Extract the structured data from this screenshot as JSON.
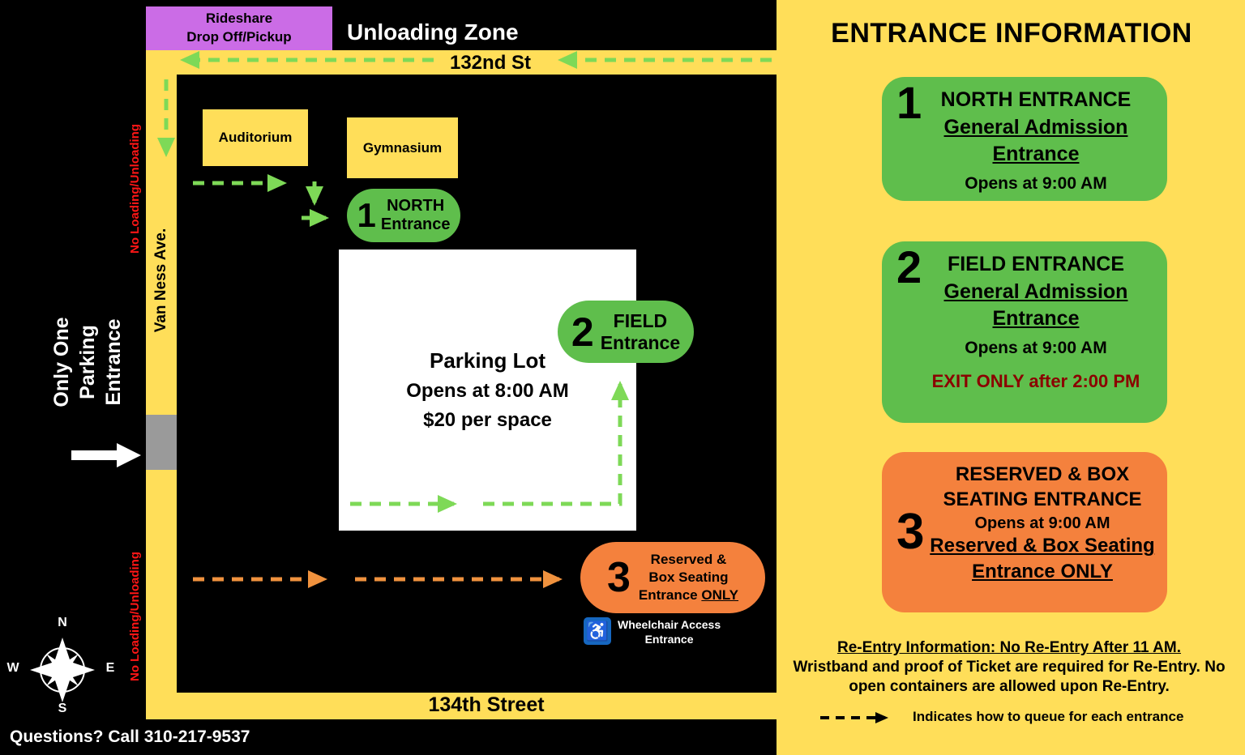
{
  "colors": {
    "yellow": "#FFDE59",
    "green": "#5FBE4C",
    "arrow-green": "#7ED957",
    "orange": "#F4813D",
    "arrow-orange": "#F0923E",
    "purple": "#CB6CE6",
    "red": "#FF1616",
    "dark-red": "#8B0000",
    "blue": "#1667C0"
  },
  "map": {
    "rideshare": {
      "line1": "Rideshare",
      "line2": "Drop Off/Pickup"
    },
    "unloading_zone": "Unloading Zone",
    "street_top": "132nd St",
    "street_left": "Van Ness Ave.",
    "street_bottom": "134th Street",
    "no_loading_top": "No Loading/Unloading",
    "no_loading_bottom": "No Loading/Unloading",
    "parking_sign": {
      "line1": "Only One",
      "line2": "Parking",
      "line3": "Entrance"
    },
    "buildings": {
      "auditorium": "Auditorium",
      "gymnasium": "Gymnasium"
    },
    "north_pill": {
      "number": "1",
      "line1": "NORTH",
      "line2": "Entrance"
    },
    "field_pill": {
      "number": "2",
      "line1": "FIELD",
      "line2": "Entrance"
    },
    "reserved_pill": {
      "number": "3",
      "line1": "Reserved &",
      "line2": "Box Seating",
      "line3": "Entrance",
      "line3_only": "ONLY"
    },
    "parking_lot": {
      "line1": "Parking Lot",
      "line2": "Opens at 8:00 AM",
      "line3": "$20 per space"
    },
    "wheelchair": {
      "icon": "♿",
      "line1": "Wheelchair Access",
      "line2": "Entrance"
    },
    "compass": {
      "n": "N",
      "e": "E",
      "s": "S",
      "w": "W"
    },
    "questions": "Questions? Call 310-217-9537"
  },
  "panel": {
    "title": "ENTRANCE INFORMATION",
    "cards": [
      {
        "number": "1",
        "title": "NORTH ENTRANCE",
        "sub1": "General Admission",
        "sub2": "Entrance",
        "opens": "Opens at 9:00 AM"
      },
      {
        "number": "2",
        "title": "FIELD ENTRANCE",
        "sub1": "General Admission",
        "sub2": "Entrance",
        "opens": "Opens at 9:00 AM",
        "exit_note": "EXIT ONLY after 2:00 PM"
      },
      {
        "number": "3",
        "title1": "RESERVED & BOX",
        "title2": "SEATING ENTRANCE",
        "opens": "Opens at 9:00 AM",
        "sub1": "Reserved & Box Seating",
        "sub2": "Entrance ONLY"
      }
    ],
    "reentry": {
      "heading": "Re-Entry Information: No Re-Entry After 11 AM.",
      "body": "Wristband and proof of Ticket are required for Re-Entry. No open containers are allowed upon Re-Entry."
    },
    "legend": "Indicates how to queue for each entrance"
  }
}
